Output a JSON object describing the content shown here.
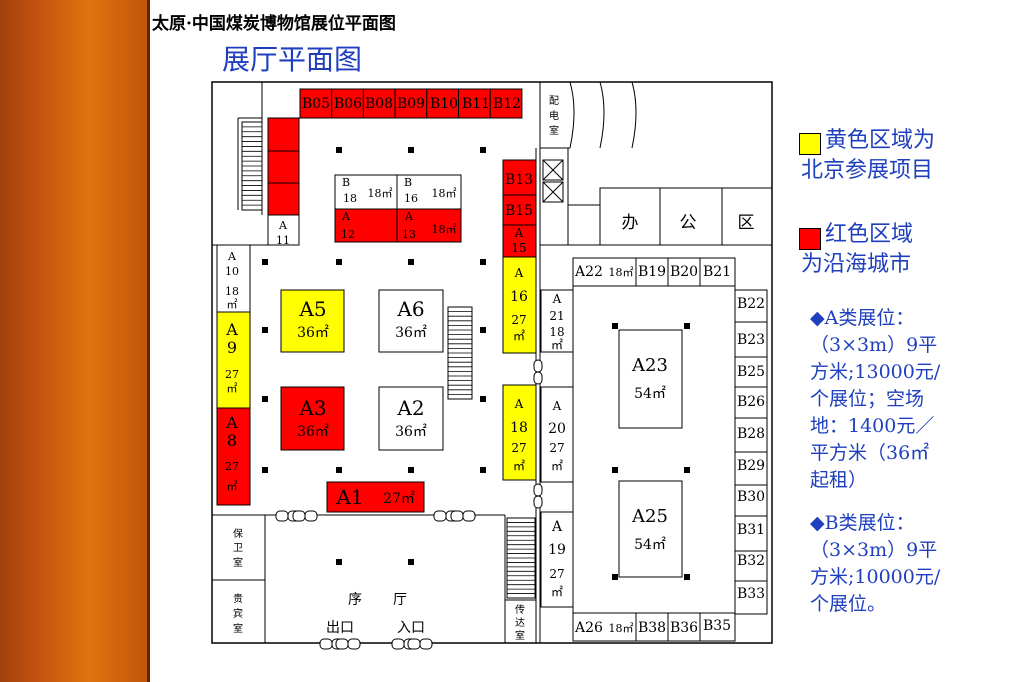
{
  "page_title": "太原·中国煤炭博物馆展位平面图",
  "hall_title": "展厅平面图",
  "colors": {
    "yellow": "#ffff00",
    "red": "#ff0000",
    "blue_text": "#1f3fbf"
  },
  "booths": {
    "b05": "B05",
    "b06": "B06",
    "b08": "B08",
    "b09": "B09",
    "b10": "B10",
    "b11": "B11",
    "b12": "B12",
    "b13": "B13",
    "b15": "B15",
    "b18_code": "B",
    "b18_num": "18",
    "b18_area": "18㎡",
    "b16_code": "B",
    "b16_num": "16",
    "b16_area": "18㎡",
    "a12_code": "A",
    "a12_num": "12",
    "a13_code": "A",
    "a13_num": "13",
    "a13_area": "18㎡",
    "a11_code": "A",
    "a11_num": "11",
    "a10_code": "A",
    "a10_num": "10",
    "a10_area": "18",
    "a10_unit": "㎡",
    "a9_code": "A",
    "a9_num": "9",
    "a9_area": "27",
    "a9_unit": "㎡",
    "a8_code": "A",
    "a8_num": "8",
    "a8_area": "27",
    "a8_unit": "㎡",
    "a5": "A5",
    "a5_area": "36㎡",
    "a6": "A6",
    "a6_area": "36㎡",
    "a3": "A3",
    "a3_area": "36㎡",
    "a2": "A2",
    "a2_area": "36㎡",
    "a1": "A1",
    "a1_area": "27㎡",
    "a15_code": "A",
    "a15_num": "15",
    "a16_code": "A",
    "a16_num": "16",
    "a16_area": "27",
    "a16_unit": "㎡",
    "a18_code": "A",
    "a18_num": "18",
    "a18_area": "27",
    "a18_unit": "㎡",
    "a21_code": "A",
    "a21_num": "21",
    "a21_area": "18",
    "a21_unit": "㎡",
    "a20_code": "A",
    "a20_num": "20",
    "a20_area": "27",
    "a20_unit": "㎡",
    "a19_code": "A",
    "a19_num": "19",
    "a19_area": "27",
    "a19_unit": "㎡",
    "a22": "A22",
    "a22_area": "18㎡",
    "b19": "B19",
    "b20": "B20",
    "b21": "B21",
    "b22": "B22",
    "b23": "B23",
    "b25": "B25",
    "b26": "B26",
    "b28": "B28",
    "b29": "B29",
    "b30": "B30",
    "b31": "B31",
    "b32": "B32",
    "b33": "B33",
    "a23": "A23",
    "a23_area": "54㎡",
    "a25": "A25",
    "a25_area": "54㎡",
    "a26": "A26",
    "a26_area": "18㎡",
    "b38": "B38",
    "b36": "B36",
    "b35": "B35"
  },
  "rooms": {
    "power_1": "配",
    "power_2": "电",
    "power_3": "室",
    "office_1": "办",
    "office_2": "公",
    "office_3": "区",
    "guard_1": "保",
    "guard_2": "卫",
    "guard_3": "室",
    "vip_1": "贵",
    "vip_2": "宾",
    "vip_3": "室",
    "lobby_1": "序",
    "lobby_2": "厅",
    "exit": "出口",
    "entrance": "入口",
    "reception_1": "传",
    "reception_2": "达",
    "reception_3": "室"
  },
  "legend": {
    "yellow_line1": "黄色区域为",
    "yellow_line2": "北京参展项目",
    "red_line1": "红色区域",
    "red_line2": "为沿海城市"
  },
  "notes": {
    "a_lines": [
      "◆A类展位：",
      "（3×3m）9平",
      "方米;13000元/",
      "个展位；空场",
      "地：1400元／",
      "平方米（36㎡",
      "起租）"
    ],
    "b_lines": [
      "◆B类展位：",
      "（3×3m）9平",
      "方米;10000元/",
      "个展位。"
    ]
  }
}
